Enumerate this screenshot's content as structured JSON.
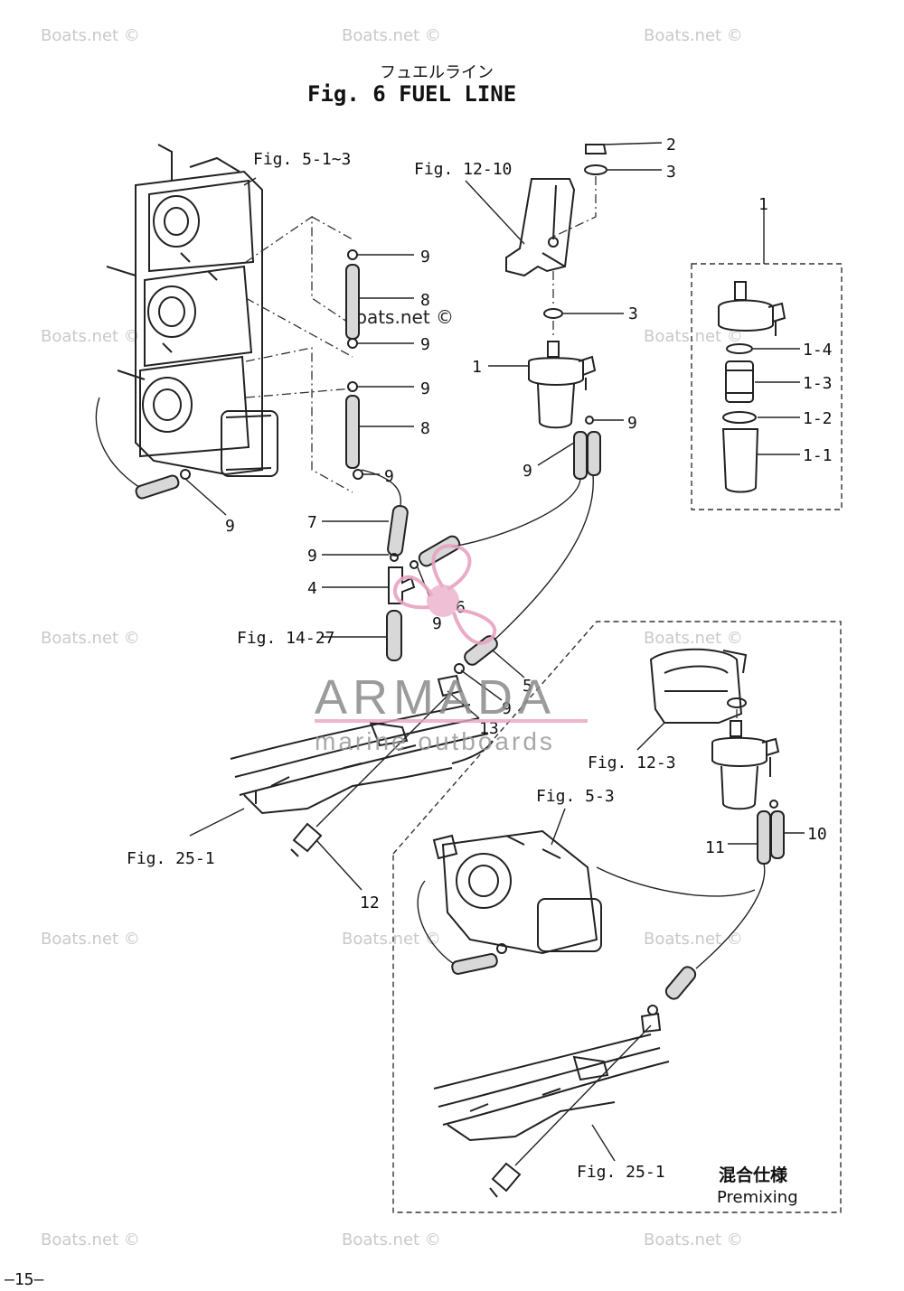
{
  "title": {
    "japanese": "フュエルライン",
    "english": "Fig. 6  FUEL  LINE"
  },
  "page_number": "–15–",
  "watermark": {
    "brand": "ARMADA",
    "tagline": "marine outboards",
    "repeat_text": "Boats.net ©",
    "accent_color": "#e8a3c2",
    "brand_color": "#8a8a8a"
  },
  "references": {
    "fig_5_1_3": "Fig. 5-1~3",
    "fig_12_10": "Fig. 12-10",
    "fig_14_27": "Fig. 14-27",
    "fig_25_1_a": "Fig. 25-1",
    "fig_12_3": "Fig. 12-3",
    "fig_5_3": "Fig. 5-3",
    "fig_25_1_b": "Fig. 25-1"
  },
  "callouts": {
    "n2": "2",
    "n3a": "3",
    "n3b": "3",
    "n1a": "1",
    "n1b": "1",
    "n1_4": "1-4",
    "n1_3": "1-3",
    "n1_2": "1-2",
    "n1_1": "1-1",
    "n9a": "9",
    "n8a": "8",
    "n9b": "9",
    "n9c": "9",
    "n8b": "8",
    "n9d": "9",
    "n9e": "9",
    "n7": "7",
    "n9f": "9",
    "n4": "4",
    "n9g": "9",
    "n6": "6",
    "n9h": "9",
    "n9i": "9",
    "n5": "5",
    "n9j": "9",
    "n13": "13",
    "n12": "12",
    "n11": "11",
    "n10": "10"
  },
  "premix": {
    "japanese": "混合仕様",
    "english": "Premixing"
  }
}
